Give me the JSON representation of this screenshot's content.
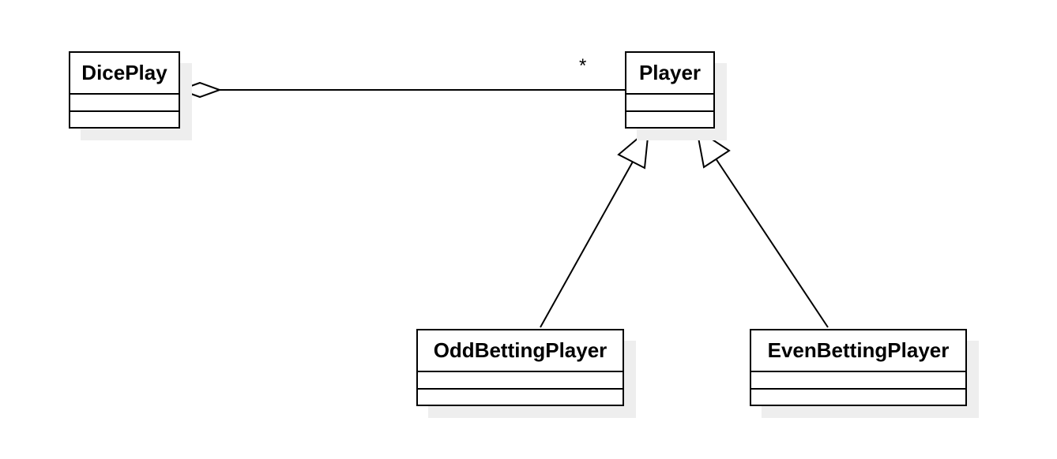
{
  "diagram": {
    "classes": [
      {
        "id": "diceplay",
        "name": "DicePlay",
        "attributes": [],
        "operations": []
      },
      {
        "id": "player",
        "name": "Player",
        "attributes": [],
        "operations": []
      },
      {
        "id": "odd",
        "name": "OddBettingPlayer",
        "attributes": [],
        "operations": []
      },
      {
        "id": "even",
        "name": "EvenBettingPlayer",
        "attributes": [],
        "operations": []
      }
    ],
    "relations": [
      {
        "type": "aggregation",
        "from": "DicePlay",
        "to": "Player",
        "multiplicity": "*"
      },
      {
        "type": "generalization",
        "from": "OddBettingPlayer",
        "to": "Player"
      },
      {
        "type": "generalization",
        "from": "EvenBettingPlayer",
        "to": "Player"
      }
    ],
    "colors": {
      "stroke": "#000000",
      "shadow": "#eeeeee",
      "fill": "#ffffff"
    }
  }
}
